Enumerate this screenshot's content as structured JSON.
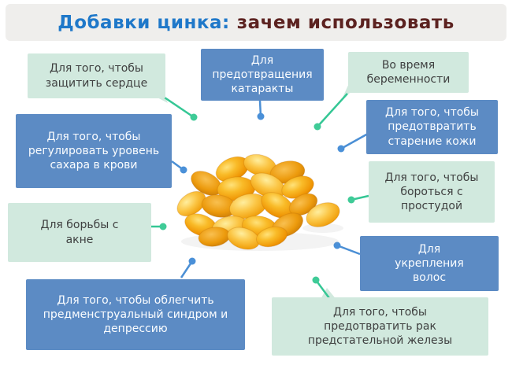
{
  "title": {
    "part1": "Добавки цинка:",
    "part2": "зачем использовать"
  },
  "center_image": {
    "name": "zinc-capsules",
    "description": "Горка золотистых желатиновых капсул цинка"
  },
  "colors": {
    "blue_box": "#5c8bc4",
    "mint_box": "#d1e9de",
    "blue_connector": "#4b8fd5",
    "teal_connector": "#35c795",
    "title_blue": "#1f78c9",
    "title_maroon": "#5c2220",
    "header_band": "#efeeec"
  },
  "benefits": [
    {
      "id": "heart",
      "style": "mint",
      "label": "Для того, чтобы защитить сердце"
    },
    {
      "id": "cataract",
      "style": "blue",
      "label": "Для предотвращения катаракты"
    },
    {
      "id": "pregnancy",
      "style": "mint",
      "label": "Во время беременности"
    },
    {
      "id": "skin-aging",
      "style": "blue",
      "label": "Для того, чтобы предотвратить старение кожи"
    },
    {
      "id": "blood-sugar",
      "style": "blue",
      "label": "Для того, чтобы регулировать уровень сахара в крови"
    },
    {
      "id": "cold",
      "style": "mint",
      "label": "Для того, чтобы бороться с простудой"
    },
    {
      "id": "acne",
      "style": "mint",
      "label": "Для борьбы с акне"
    },
    {
      "id": "hair",
      "style": "blue",
      "label": "Для укрепления волос"
    },
    {
      "id": "pms",
      "style": "blue",
      "label": "Для того, чтобы облегчить предменструальный синдром и депрессию"
    },
    {
      "id": "prostate",
      "style": "mint",
      "label": "Для того, чтобы предотвратить рак предстательной железы"
    }
  ]
}
